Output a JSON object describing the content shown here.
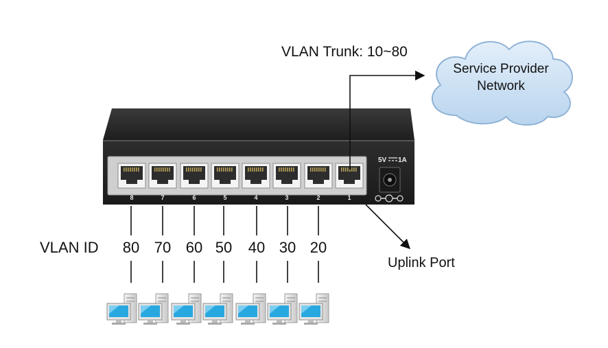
{
  "trunk_label": "VLAN Trunk: 10~80",
  "cloud": {
    "line1": "Service Provider",
    "line2": "Network"
  },
  "power_label": "5V",
  "power_rating": "1A",
  "vlan_id_label": "VLAN ID",
  "uplink_label": "Uplink Port",
  "ports": [
    {
      "number": "8",
      "vlan": "80"
    },
    {
      "number": "7",
      "vlan": "70"
    },
    {
      "number": "6",
      "vlan": "60"
    },
    {
      "number": "5",
      "vlan": "50"
    },
    {
      "number": "4",
      "vlan": "40"
    },
    {
      "number": "3",
      "vlan": "30"
    },
    {
      "number": "2",
      "vlan": "20"
    },
    {
      "number": "1",
      "vlan": ""
    }
  ],
  "colors": {
    "switch_body": "#2b2b2b",
    "port_panel": "#cfcfcf",
    "cloud_fill": "#cfe3f6",
    "cloud_stroke": "#8fb3d6",
    "monitor_screen": "#29a8e0"
  }
}
